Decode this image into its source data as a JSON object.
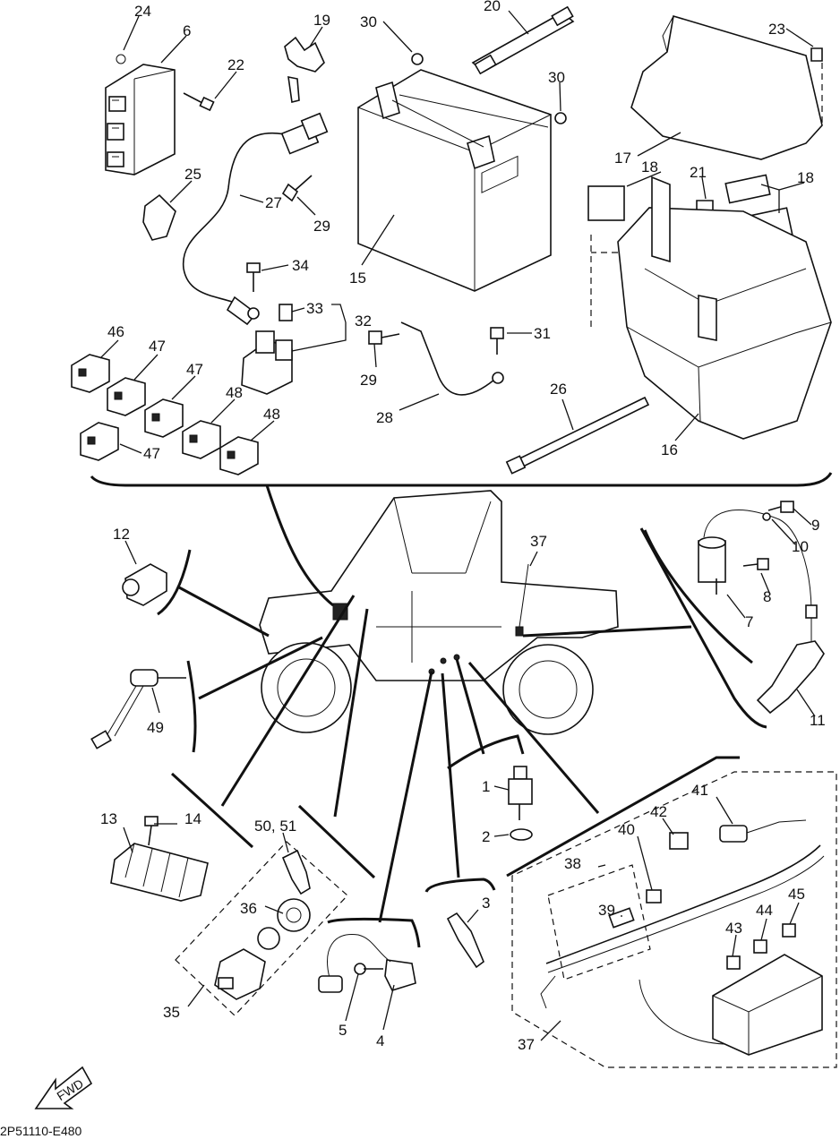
{
  "diagram": {
    "footer_code": "2P51110-E480",
    "fwd_label": "FWD",
    "callouts": [
      {
        "id": "c24",
        "label": "24"
      },
      {
        "id": "c6",
        "label": "6"
      },
      {
        "id": "c19",
        "label": "19"
      },
      {
        "id": "c30a",
        "label": "30"
      },
      {
        "id": "c20",
        "label": "20"
      },
      {
        "id": "c23",
        "label": "23"
      },
      {
        "id": "c22",
        "label": "22"
      },
      {
        "id": "c30b",
        "label": "30"
      },
      {
        "id": "c17",
        "label": "17"
      },
      {
        "id": "c18a",
        "label": "18"
      },
      {
        "id": "c21",
        "label": "21"
      },
      {
        "id": "c18b",
        "label": "18"
      },
      {
        "id": "c25",
        "label": "25"
      },
      {
        "id": "c27",
        "label": "27"
      },
      {
        "id": "c29a",
        "label": "29"
      },
      {
        "id": "c15",
        "label": "15"
      },
      {
        "id": "c34",
        "label": "34"
      },
      {
        "id": "c33",
        "label": "33"
      },
      {
        "id": "c32",
        "label": "32"
      },
      {
        "id": "c31",
        "label": "31"
      },
      {
        "id": "c29b",
        "label": "29"
      },
      {
        "id": "c28",
        "label": "28"
      },
      {
        "id": "c26",
        "label": "26"
      },
      {
        "id": "c16",
        "label": "16"
      },
      {
        "id": "c46",
        "label": "46"
      },
      {
        "id": "c47a",
        "label": "47"
      },
      {
        "id": "c47b",
        "label": "47"
      },
      {
        "id": "c48a",
        "label": "48"
      },
      {
        "id": "c48b",
        "label": "48"
      },
      {
        "id": "c47c",
        "label": "47"
      },
      {
        "id": "c12",
        "label": "12"
      },
      {
        "id": "c37a",
        "label": "37"
      },
      {
        "id": "c9",
        "label": "9"
      },
      {
        "id": "c10",
        "label": "10"
      },
      {
        "id": "c8",
        "label": "8"
      },
      {
        "id": "c7",
        "label": "7"
      },
      {
        "id": "c11",
        "label": "11"
      },
      {
        "id": "c49",
        "label": "49"
      },
      {
        "id": "c1",
        "label": "1"
      },
      {
        "id": "c2",
        "label": "2"
      },
      {
        "id": "c41",
        "label": "41"
      },
      {
        "id": "c42",
        "label": "42"
      },
      {
        "id": "c40",
        "label": "40"
      },
      {
        "id": "c38",
        "label": "38"
      },
      {
        "id": "c39",
        "label": "39"
      },
      {
        "id": "c45",
        "label": "45"
      },
      {
        "id": "c44",
        "label": "44"
      },
      {
        "id": "c43",
        "label": "43"
      },
      {
        "id": "c37b",
        "label": "37"
      },
      {
        "id": "c13",
        "label": "13"
      },
      {
        "id": "c14",
        "label": "14"
      },
      {
        "id": "c5051",
        "label": "50, 51"
      },
      {
        "id": "c36",
        "label": "36"
      },
      {
        "id": "c35",
        "label": "35"
      },
      {
        "id": "c3",
        "label": "3"
      },
      {
        "id": "c5",
        "label": "5"
      },
      {
        "id": "c4",
        "label": "4"
      }
    ]
  }
}
